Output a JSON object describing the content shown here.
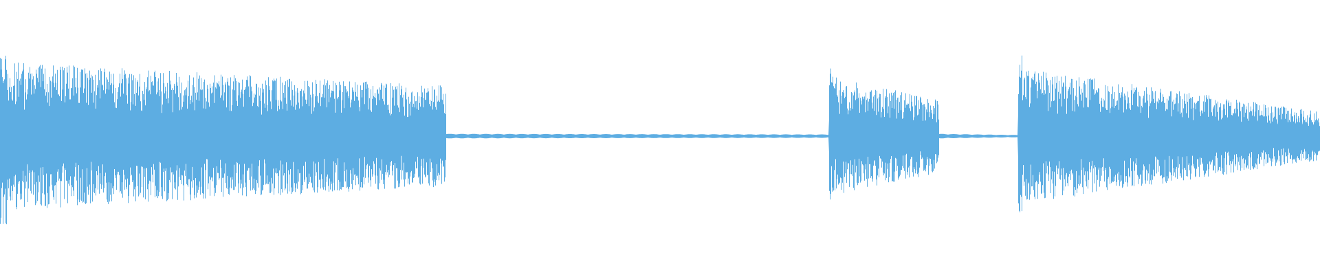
{
  "waveform": {
    "color": "#5dade2",
    "background": "#ffffff",
    "segments": [
      {
        "kind": "loud",
        "start": 0.0,
        "end": 0.338,
        "peak_start": 0.92,
        "peak_end": 0.62,
        "body_start": 0.32,
        "body_end": 0.16
      },
      {
        "kind": "quiet",
        "start": 0.338,
        "end": 0.628,
        "peak_start": 0.05,
        "peak_end": 0.03,
        "body_start": 0.02,
        "body_end": 0.015
      },
      {
        "kind": "loud",
        "start": 0.628,
        "end": 0.711,
        "peak_start": 0.75,
        "peak_end": 0.45,
        "body_start": 0.25,
        "body_end": 0.16
      },
      {
        "kind": "quiet",
        "start": 0.711,
        "end": 0.771,
        "peak_start": 0.08,
        "peak_end": 0.02,
        "body_start": 0.02,
        "body_end": 0.01
      },
      {
        "kind": "loud",
        "start": 0.771,
        "end": 1.0,
        "peak_start": 0.85,
        "peak_end": 0.3,
        "body_start": 0.25,
        "body_end": 0.14
      }
    ]
  }
}
